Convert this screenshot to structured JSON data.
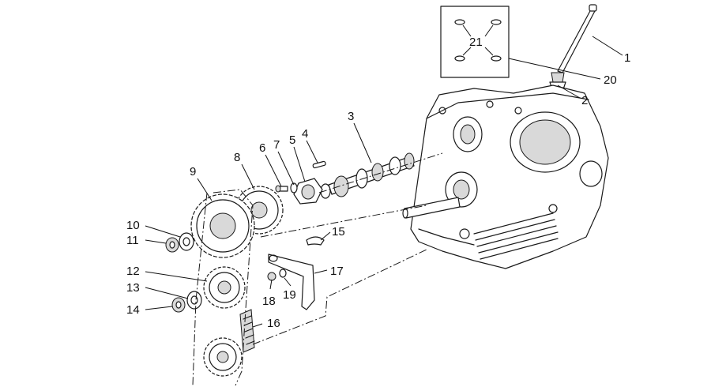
{
  "parts": [
    {
      "id": "1",
      "label": "1"
    },
    {
      "id": "2",
      "label": "2"
    },
    {
      "id": "3",
      "label": "3"
    },
    {
      "id": "4",
      "label": "4"
    },
    {
      "id": "5",
      "label": "5"
    },
    {
      "id": "6",
      "label": "6"
    },
    {
      "id": "7",
      "label": "7"
    },
    {
      "id": "8",
      "label": "8"
    },
    {
      "id": "9",
      "label": "9"
    },
    {
      "id": "10",
      "label": "10"
    },
    {
      "id": "11",
      "label": "11"
    },
    {
      "id": "12",
      "label": "12"
    },
    {
      "id": "13",
      "label": "13"
    },
    {
      "id": "14",
      "label": "14"
    },
    {
      "id": "15",
      "label": "15"
    },
    {
      "id": "16",
      "label": "16"
    },
    {
      "id": "17",
      "label": "17"
    },
    {
      "id": "18",
      "label": "18"
    },
    {
      "id": "19",
      "label": "19"
    },
    {
      "id": "20",
      "label": "20"
    },
    {
      "id": "21",
      "label": "21"
    }
  ]
}
